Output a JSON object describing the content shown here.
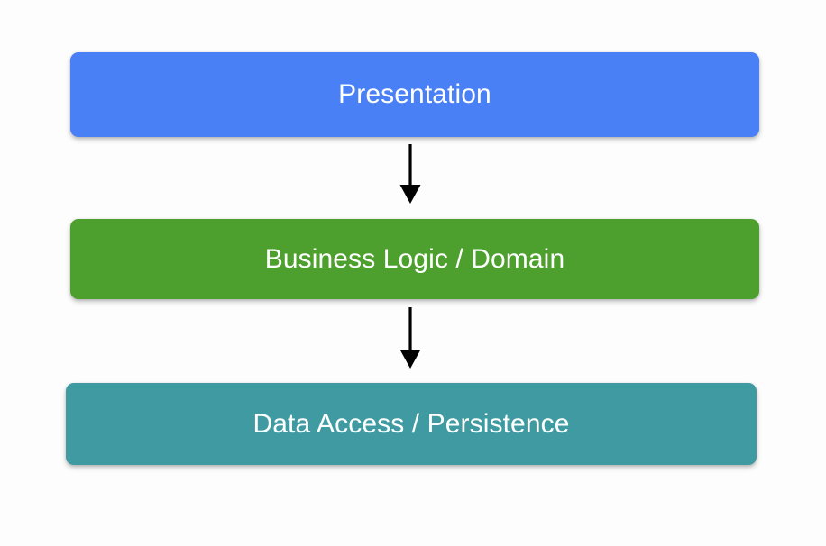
{
  "diagram": {
    "type": "flowchart",
    "orientation": "top-to-bottom",
    "background_color": "#fdfdfd",
    "nodes": [
      {
        "id": "presentation",
        "label": "Presentation",
        "fill_color": "#4a80f5",
        "text_color": "#ffffff"
      },
      {
        "id": "business-logic",
        "label": "Business Logic / Domain",
        "fill_color": "#4da02e",
        "text_color": "#ffffff"
      },
      {
        "id": "data-access",
        "label": "Data Access / Persistence",
        "fill_color": "#3f9ba1",
        "text_color": "#ffffff"
      }
    ],
    "edges": [
      {
        "id": "presentation-to-business",
        "from": "presentation",
        "to": "business-logic",
        "style": "solid-arrow",
        "color": "#000000"
      },
      {
        "id": "business-to-data",
        "from": "business-logic",
        "to": "data-access",
        "style": "solid-arrow",
        "color": "#000000"
      }
    ]
  }
}
